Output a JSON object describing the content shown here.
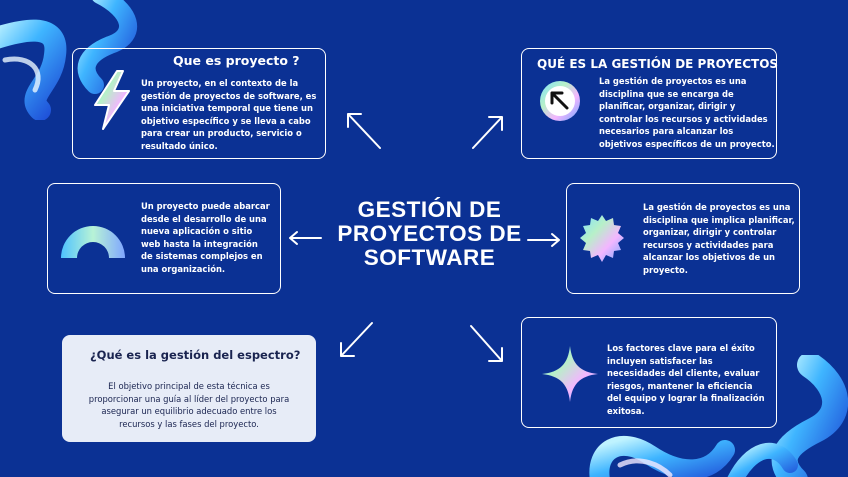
{
  "center": {
    "title": "GESTIÓN DE\nPROYECTOS DE\nSOFTWARE"
  },
  "cards": {
    "top_left": {
      "title": "Que es proyecto ?",
      "text": "Un proyecto, en el contexto de la gestión de proyectos de software, es una iniciativa temporal que tiene un objetivo específico y se lleva a cabo para crear un producto, servicio o resultado único.",
      "icon": "lightning-bolt-icon"
    },
    "top_right": {
      "title": "QUÉ ES LA GESTIÓN DE PROYECTOS",
      "text": "La gestión de proyectos es una disciplina que se encarga de planificar, organizar, dirigir y controlar los recursos y actividades necesarios para alcanzar los objetivos específicos de un proyecto.",
      "icon": "arrow-up-left-circle-icon"
    },
    "mid_left": {
      "text": "Un proyecto puede abarcar desde el desarrollo de una nueva aplicación o sitio web hasta la integración de sistemas complejos en una organización.",
      "icon": "half-ring-icon"
    },
    "mid_right": {
      "text": "La gestión de proyectos es una disciplina que implica planificar, organizar, dirigir y controlar recursos y actividades para alcanzar los objetivos de un proyecto.",
      "icon": "gear-badge-icon"
    },
    "bottom_left": {
      "title": "¿Qué es la gestión del espectro?",
      "text": "El objetivo principal de esta técnica es proporcionar una guía al líder del proyecto para asegurar un equilibrio adecuado entre los recursos y las fases del proyecto."
    },
    "bottom_right": {
      "text": "Los factores clave para el éxito incluyen satisfacer las necesidades del cliente, evaluar riesgos, mantener la eficiencia del equipo y lograr la finalización exitosa.",
      "icon": "four-point-star-icon"
    }
  },
  "colors": {
    "background": "#0b3194",
    "card_border": "#ffffff",
    "light_card": "#e7ecf7"
  }
}
